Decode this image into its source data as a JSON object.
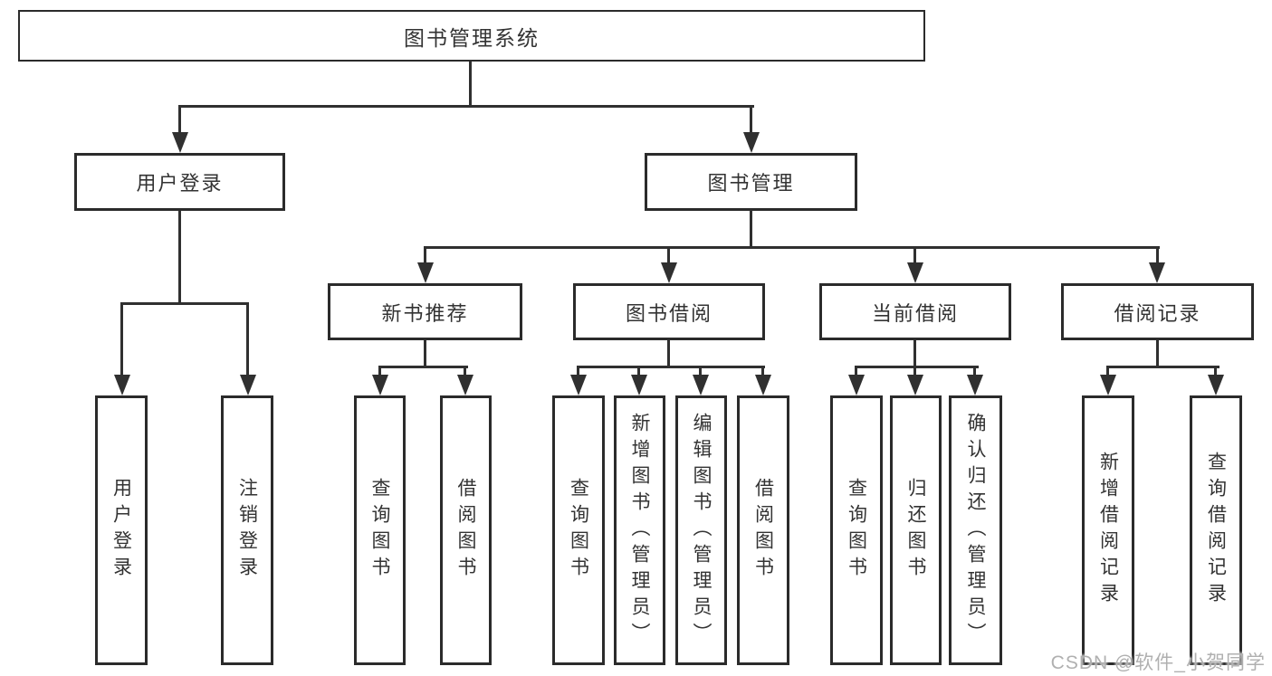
{
  "diagram": {
    "root": {
      "label": "图书管理系统"
    },
    "level2": {
      "user_login": {
        "label": "用户登录"
      },
      "book_management": {
        "label": "图书管理"
      }
    },
    "level3": {
      "new_book_recommend": {
        "label": "新书推荐"
      },
      "book_borrowing": {
        "label": "图书借阅"
      },
      "current_borrowing": {
        "label": "当前借阅"
      },
      "borrowing_records": {
        "label": "借阅记录"
      }
    },
    "level4": {
      "user_login_action": {
        "label": "用户登录"
      },
      "logout": {
        "label": "注销登录"
      },
      "query_books_recommend": {
        "label": "查询图书"
      },
      "borrow_books_recommend": {
        "label": "借阅图书"
      },
      "query_books_borrowing": {
        "label": "查询图书"
      },
      "add_books_admin": {
        "label": "新增图书（管理员）"
      },
      "edit_books_admin": {
        "label": "编辑图书（管理员）"
      },
      "borrow_books_borrowing": {
        "label": "借阅图书"
      },
      "query_books_current": {
        "label": "查询图书"
      },
      "return_books": {
        "label": "归还图书"
      },
      "confirm_return_admin": {
        "label": "确认归还（管理员）"
      },
      "add_borrowing_record": {
        "label": "新增借阅记录"
      },
      "query_borrowing_record": {
        "label": "查询借阅记录"
      }
    },
    "colors": {
      "line": "#303030",
      "border": "#2b2b2b",
      "text": "#333333",
      "background": "#ffffff",
      "watermark": "#b0b0b0"
    }
  },
  "watermark": {
    "text": "CSDN @软件_小贺同学"
  }
}
